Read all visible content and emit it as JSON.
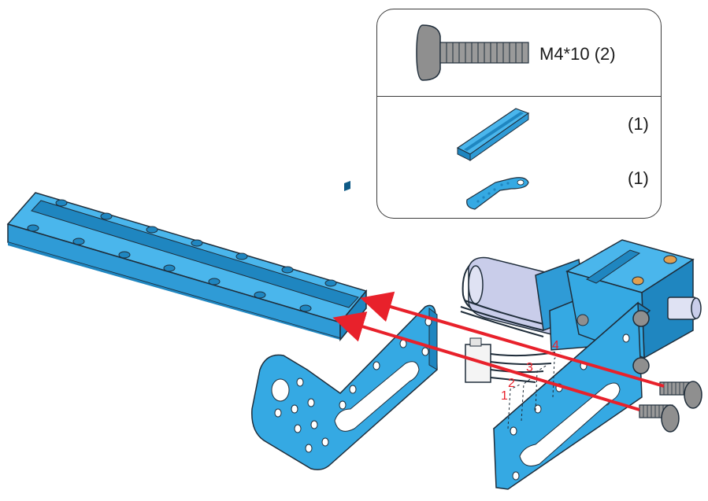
{
  "parts": {
    "screw": {
      "label": "M4*10 (2)"
    },
    "beam": {
      "qty": "(1)"
    },
    "plate": {
      "qty": "(1)"
    }
  },
  "wire_labels": [
    "1",
    "2",
    "3",
    "4"
  ],
  "colors": {
    "part_blue": "#35a9e3",
    "part_blue_dark": "#1f86c0",
    "arrow_red": "#e8212b",
    "outline": "#1f2d3a",
    "motor_body": "#c9cdea",
    "screw_gray": "#8f8f8f",
    "brass": "#e0a050"
  }
}
